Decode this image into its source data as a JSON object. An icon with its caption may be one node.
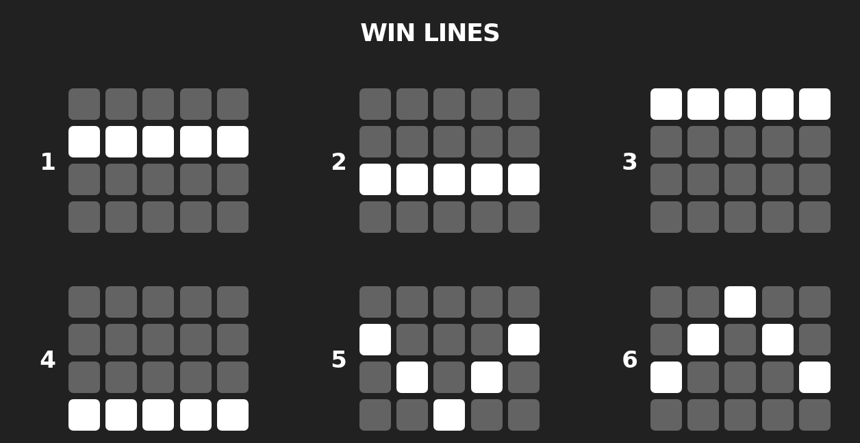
{
  "diagram": {
    "title": "WIN LINES",
    "nodes": [
      {
        "text": [],
        "shape": "grid",
        "beside": [
          "1"
        ]
      },
      {
        "text": [],
        "shape": "box",
        "in": 0
      },
      {
        "text": [],
        "shape": "box",
        "in": 0
      },
      {
        "text": [],
        "shape": "box",
        "in": 0
      },
      {
        "text": [],
        "shape": "box",
        "in": 0
      },
      {
        "text": [],
        "shape": "box",
        "in": 0
      },
      {
        "text": [],
        "shape": "square",
        "in": 0
      },
      {
        "text": [],
        "shape": "square",
        "in": 0
      },
      {
        "text": [],
        "shape": "square",
        "in": 0
      },
      {
        "text": [],
        "shape": "square",
        "in": 0
      },
      {
        "text": [],
        "shape": "square",
        "in": 0
      },
      {
        "text": [],
        "shape": "box",
        "in": 0
      },
      {
        "text": [],
        "shape": "box",
        "in": 0
      },
      {
        "text": [],
        "shape": "box",
        "in": 0
      },
      {
        "text": [],
        "shape": "box",
        "in": 0
      },
      {
        "text": [],
        "shape": "box",
        "in": 0
      },
      {
        "text": [],
        "shape": "box",
        "in": 0
      },
      {
        "text": [],
        "shape": "box",
        "in": 0
      },
      {
        "text": [],
        "shape": "box",
        "in": 0
      },
      {
        "text": [],
        "shape": "box",
        "in": 0
      },
      {
        "text": [],
        "shape": "box",
        "in": 0
      },
      {
        "text": [],
        "shape": "grid",
        "beside": [
          "2"
        ]
      },
      {
        "text": [],
        "shape": "box",
        "in": 21
      },
      {
        "text": [],
        "shape": "box",
        "in": 21
      },
      {
        "text": [],
        "shape": "box",
        "in": 21
      },
      {
        "text": [],
        "shape": "box",
        "in": 21
      },
      {
        "text": [],
        "shape": "box",
        "in": 21
      },
      {
        "text": [],
        "shape": "box",
        "in": 21
      },
      {
        "text": [],
        "shape": "box",
        "in": 21
      },
      {
        "text": [],
        "shape": "box",
        "in": 21
      },
      {
        "text": [],
        "shape": "box",
        "in": 21
      },
      {
        "text": [],
        "shape": "box",
        "in": 21
      },
      {
        "text": [],
        "shape": "square",
        "in": 21
      },
      {
        "text": [],
        "shape": "square",
        "in": 21
      },
      {
        "text": [],
        "shape": "square",
        "in": 21
      },
      {
        "text": [],
        "shape": "square",
        "in": 21
      },
      {
        "text": [],
        "shape": "square",
        "in": 21
      },
      {
        "text": [],
        "shape": "box",
        "in": 21
      },
      {
        "text": [],
        "shape": "box",
        "in": 21
      },
      {
        "text": [],
        "shape": "box",
        "in": 21
      },
      {
        "text": [],
        "shape": "box",
        "in": 21
      },
      {
        "text": [],
        "shape": "box",
        "in": 21
      },
      {
        "text": [],
        "shape": "grid",
        "beside": [
          "3"
        ]
      },
      {
        "text": [],
        "shape": "square",
        "in": 42
      },
      {
        "text": [],
        "shape": "square",
        "in": 42
      },
      {
        "text": [],
        "shape": "square",
        "in": 42
      },
      {
        "text": [],
        "shape": "square",
        "in": 42
      },
      {
        "text": [],
        "shape": "square",
        "in": 42
      },
      {
        "text": [],
        "shape": "box",
        "in": 42
      },
      {
        "text": [],
        "shape": "box",
        "in": 42
      },
      {
        "text": [],
        "shape": "box",
        "in": 42
      },
      {
        "text": [],
        "shape": "box",
        "in": 42
      },
      {
        "text": [],
        "shape": "box",
        "in": 42
      },
      {
        "text": [],
        "shape": "box",
        "in": 42
      },
      {
        "text": [],
        "shape": "box",
        "in": 42
      },
      {
        "text": [],
        "shape": "box",
        "in": 42
      },
      {
        "text": [],
        "shape": "box",
        "in": 42
      },
      {
        "text": [],
        "shape": "box",
        "in": 42
      },
      {
        "text": [],
        "shape": "box",
        "in": 42
      },
      {
        "text": [],
        "shape": "box",
        "in": 42
      },
      {
        "text": [],
        "shape": "box",
        "in": 42
      },
      {
        "text": [],
        "shape": "box",
        "in": 42
      },
      {
        "text": [],
        "shape": "box",
        "in": 42
      },
      {
        "text": [],
        "shape": "grid",
        "beside": [
          "4"
        ]
      },
      {
        "text": [],
        "shape": "box",
        "in": 63
      },
      {
        "text": [],
        "shape": "box",
        "in": 63
      },
      {
        "text": [],
        "shape": "box",
        "in": 63
      },
      {
        "text": [],
        "shape": "box",
        "in": 63
      },
      {
        "text": [],
        "shape": "box",
        "in": 63
      },
      {
        "text": [],
        "shape": "box",
        "in": 63
      },
      {
        "text": [],
        "shape": "box",
        "in": 63
      },
      {
        "text": [],
        "shape": "box",
        "in": 63
      },
      {
        "text": [],
        "shape": "box",
        "in": 63
      },
      {
        "text": [],
        "shape": "box",
        "in": 63
      },
      {
        "text": [],
        "shape": "box",
        "in": 63
      },
      {
        "text": [],
        "shape": "box",
        "in": 63
      },
      {
        "text": [],
        "shape": "box",
        "in": 63
      },
      {
        "text": [],
        "shape": "box",
        "in": 63
      },
      {
        "text": [],
        "shape": "box",
        "in": 63
      },
      {
        "text": [],
        "shape": "square",
        "in": 63
      },
      {
        "text": [],
        "shape": "square",
        "in": 63
      },
      {
        "text": [],
        "shape": "square",
        "in": 63
      },
      {
        "text": [],
        "shape": "square",
        "in": 63
      },
      {
        "text": [],
        "shape": "square",
        "in": 63
      },
      {
        "text": [],
        "shape": "grid",
        "beside": [
          "5"
        ]
      },
      {
        "text": [],
        "shape": "box",
        "in": 84
      },
      {
        "text": [],
        "shape": "box",
        "in": 84
      },
      {
        "text": [],
        "shape": "box",
        "in": 84
      },
      {
        "text": [],
        "shape": "box",
        "in": 84
      },
      {
        "text": [],
        "shape": "box",
        "in": 84
      },
      {
        "text": [],
        "shape": "square",
        "in": 84
      },
      {
        "text": [],
        "shape": "box",
        "in": 84
      },
      {
        "text": [],
        "shape": "box",
        "in": 84
      },
      {
        "text": [],
        "shape": "box",
        "in": 84
      },
      {
        "text": [],
        "shape": "square",
        "in": 84
      },
      {
        "text": [],
        "shape": "box",
        "in": 84
      },
      {
        "text": [],
        "shape": "square",
        "in": 84
      },
      {
        "text": [],
        "shape": "box",
        "in": 84
      },
      {
        "text": [],
        "shape": "square",
        "in": 84
      },
      {
        "text": [],
        "shape": "box",
        "in": 84
      },
      {
        "text": [],
        "shape": "box",
        "in": 84
      },
      {
        "text": [],
        "shape": "box",
        "in": 84
      },
      {
        "text": [],
        "shape": "square",
        "in": 84
      },
      {
        "text": [],
        "shape": "box",
        "in": 84
      },
      {
        "text": [],
        "shape": "box",
        "in": 84
      },
      {
        "text": [],
        "shape": "grid",
        "beside": [
          "6"
        ]
      },
      {
        "text": [],
        "shape": "box",
        "in": 105
      },
      {
        "text": [],
        "shape": "box",
        "in": 105
      },
      {
        "text": [],
        "shape": "square",
        "in": 105
      },
      {
        "text": [],
        "shape": "box",
        "in": 105
      },
      {
        "text": [],
        "shape": "box",
        "in": 105
      },
      {
        "text": [],
        "shape": "box",
        "in": 105
      },
      {
        "text": [],
        "shape": "square",
        "in": 105
      },
      {
        "text": [],
        "shape": "box",
        "in": 105
      },
      {
        "text": [],
        "shape": "square",
        "in": 105
      },
      {
        "text": [],
        "shape": "box",
        "in": 105
      },
      {
        "text": [],
        "shape": "square",
        "in": 105
      },
      {
        "text": [],
        "shape": "box",
        "in": 105
      },
      {
        "text": [],
        "shape": "box",
        "in": 105
      },
      {
        "text": [],
        "shape": "box",
        "in": 105
      },
      {
        "text": [],
        "shape": "square",
        "in": 105
      },
      {
        "text": [],
        "shape": "box",
        "in": 105
      },
      {
        "text": [],
        "shape": "box",
        "in": 105
      },
      {
        "text": [],
        "shape": "box",
        "in": 105
      },
      {
        "text": [],
        "shape": "box",
        "in": 105
      },
      {
        "text": [],
        "shape": "box",
        "in": 105
      }
    ]
  }
}
